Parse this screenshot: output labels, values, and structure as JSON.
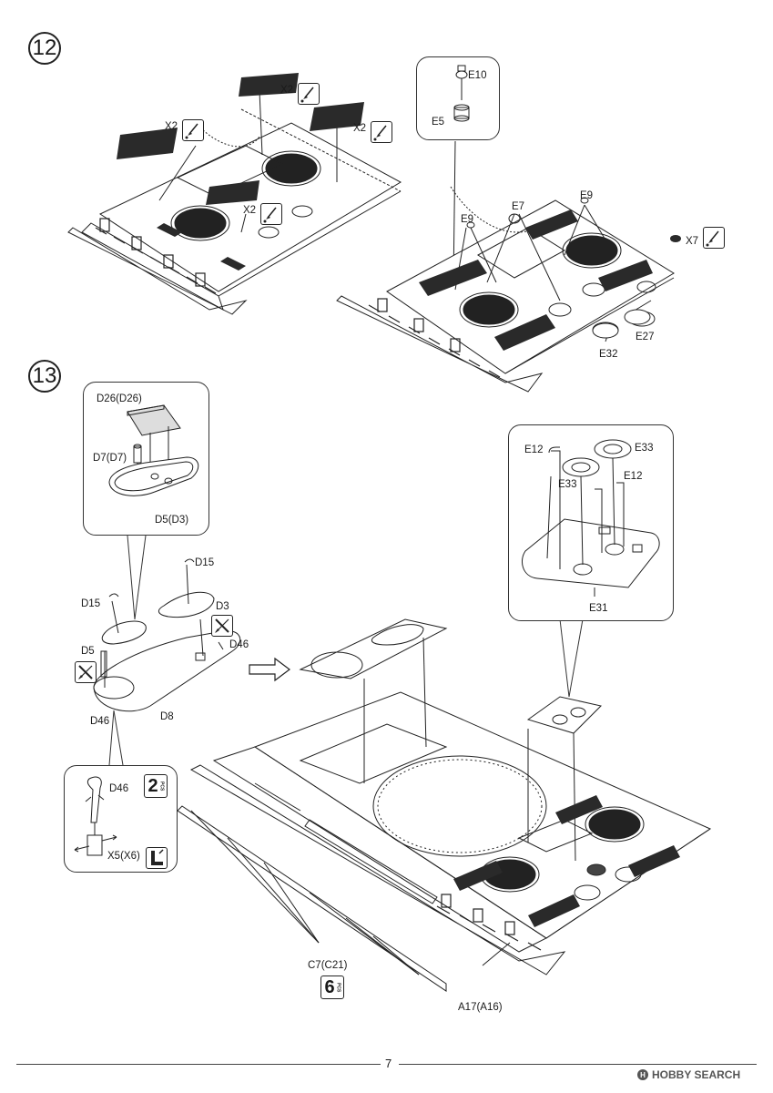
{
  "page": {
    "number": "7"
  },
  "watermark": {
    "text": "HOBBY SEARCH",
    "mark": "H"
  },
  "step12": {
    "number": "12",
    "left_labels": [
      "X2",
      "X2",
      "X2",
      "X2"
    ],
    "right_labels": {
      "e10": "E10",
      "e5": "E5",
      "e9a": "E9",
      "e7": "E7",
      "e9b": "E9",
      "x7": "X7",
      "e27": "E27",
      "e32": "E32"
    }
  },
  "step13": {
    "number": "13",
    "callout_top": {
      "d26": "D26(D26)",
      "d7": "D7(D7)",
      "d5": "D5(D3)"
    },
    "hatch_labels": {
      "d15a": "D15",
      "d15b": "D15",
      "d3": "D3",
      "d46a": "D46",
      "d5": "D5",
      "d46b": "D46",
      "d8": "D8"
    },
    "callout_bottom": {
      "d46": "D46",
      "x5": "X5(X6)",
      "pcs": "2"
    },
    "callout_right": {
      "e12a": "E12",
      "e33a": "E33",
      "e33b": "E33",
      "e12b": "E12",
      "e31": "E31"
    },
    "bottom_labels": {
      "c7": "C7(C21)",
      "pcs": "6",
      "a17": "A17(A16)"
    },
    "pcs_word": "PCS"
  },
  "colors": {
    "line": "#222222",
    "grille": "#2a2a2a",
    "paper": "#ffffff"
  }
}
